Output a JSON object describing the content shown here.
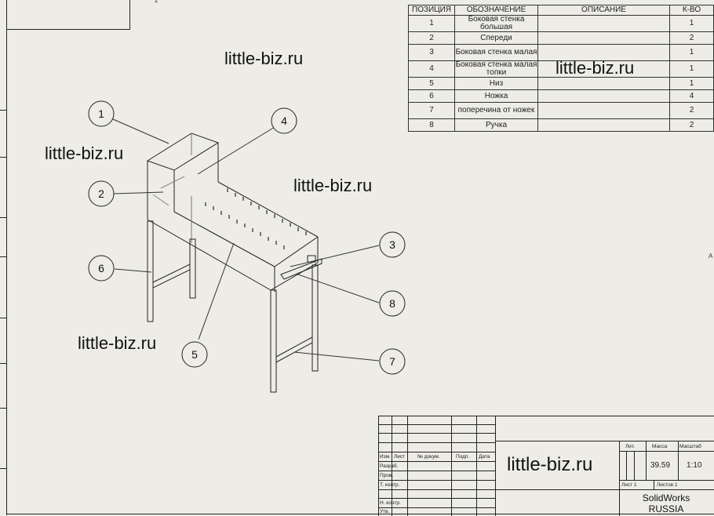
{
  "sheet": {
    "top_index_label": "2",
    "right_edge_label": "A"
  },
  "bom": {
    "headers": [
      "ПОЗИЦИЯ",
      "ОБОЗНАЧЕНИЕ",
      "ОПИСАНИЕ",
      "К-ВО"
    ],
    "rows": [
      {
        "pos": "1",
        "name": "Боковая стенка большая",
        "desc": "",
        "qty": "1"
      },
      {
        "pos": "2",
        "name": "Спереди",
        "desc": "",
        "qty": "2"
      },
      {
        "pos": "3",
        "name": "Боковая стенка малая",
        "desc": "",
        "qty": "1"
      },
      {
        "pos": "4",
        "name": "Боковая стенка малая топки",
        "desc": "",
        "qty": "1"
      },
      {
        "pos": "5",
        "name": "Низ",
        "desc": "",
        "qty": "1"
      },
      {
        "pos": "6",
        "name": "Ножка",
        "desc": "",
        "qty": "4"
      },
      {
        "pos": "7",
        "name": "поперечина от ножек",
        "desc": "",
        "qty": "2"
      },
      {
        "pos": "8",
        "name": "Ручка",
        "desc": "",
        "qty": "2"
      }
    ]
  },
  "watermarks": {
    "w1": "little-biz.ru",
    "w2": "little-biz.ru",
    "w3": "little-biz.ru",
    "w4": "little-biz.ru",
    "w5": "little-biz.ru",
    "w6": "little-biz.ru"
  },
  "balloons": [
    "1",
    "2",
    "3",
    "4",
    "5",
    "6",
    "7",
    "8"
  ],
  "title_block": {
    "col_headers": [
      "Изм.",
      "Лист",
      "№ докум.",
      "Подп.",
      "Дата"
    ],
    "roles": [
      "Разраб.",
      "Пров.",
      "Т. контр.",
      "",
      "Н. контр.",
      "Утв."
    ],
    "lit_label": "Лит.",
    "mass_label": "Масса",
    "scale_label": "Масштаб",
    "mass_value": "39.59",
    "scale_value": "1:10",
    "sheet_label": "Лист 1",
    "sheets_label": "Листов 1",
    "company_line1": "SolidWorks",
    "company_line2": "RUSSIA"
  }
}
